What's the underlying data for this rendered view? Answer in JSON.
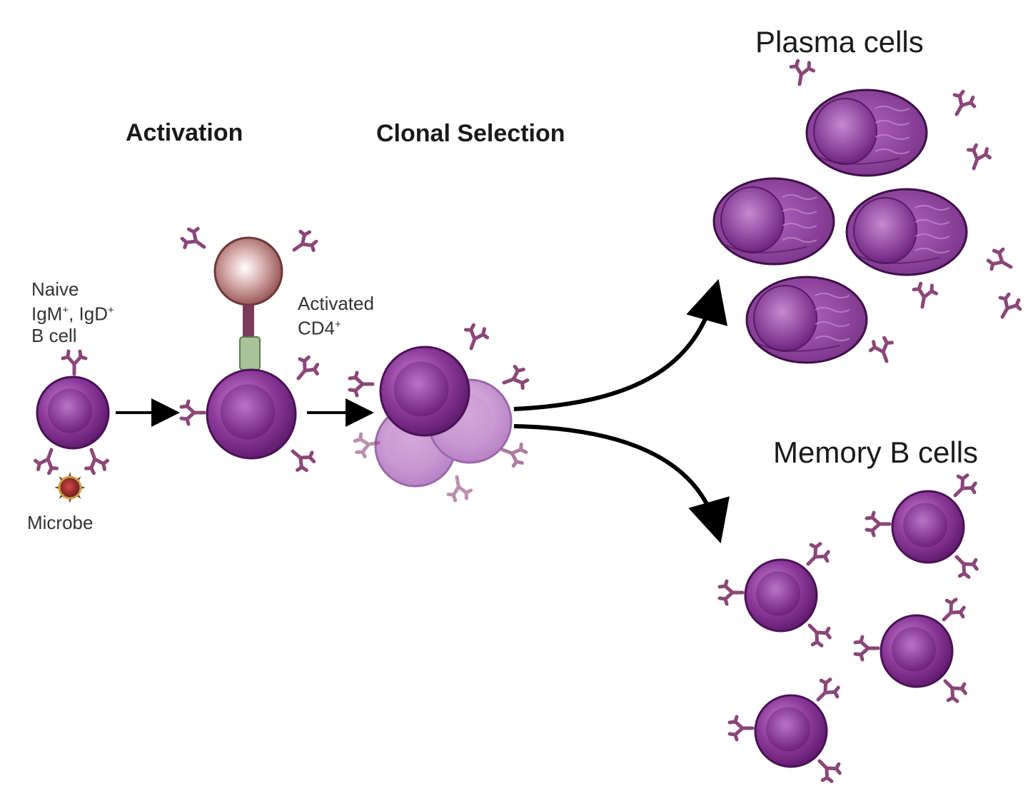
{
  "headings": {
    "activation": "Activation",
    "clonal_selection": "Clonal Selection",
    "plasma_cells": "Plasma cells",
    "memory_b_cells": "Memory B cells"
  },
  "labels": {
    "naive_line1": "Naive",
    "naive_line2_a": "IgM",
    "naive_line2_b": ", IgD",
    "naive_line3": "B cell",
    "plus": "+",
    "activated_line1": "Activated",
    "activated_line2": "CD4",
    "microbe": "Microbe"
  },
  "colors": {
    "b_cell": "#7e2a8c",
    "b_cell_light": "#c986d2",
    "receptor": "#8a4778",
    "t_cell": "#9a5a5a",
    "mhc": "#a8c39a",
    "microbe": "#6b3a1e",
    "arrow": "#000000"
  }
}
